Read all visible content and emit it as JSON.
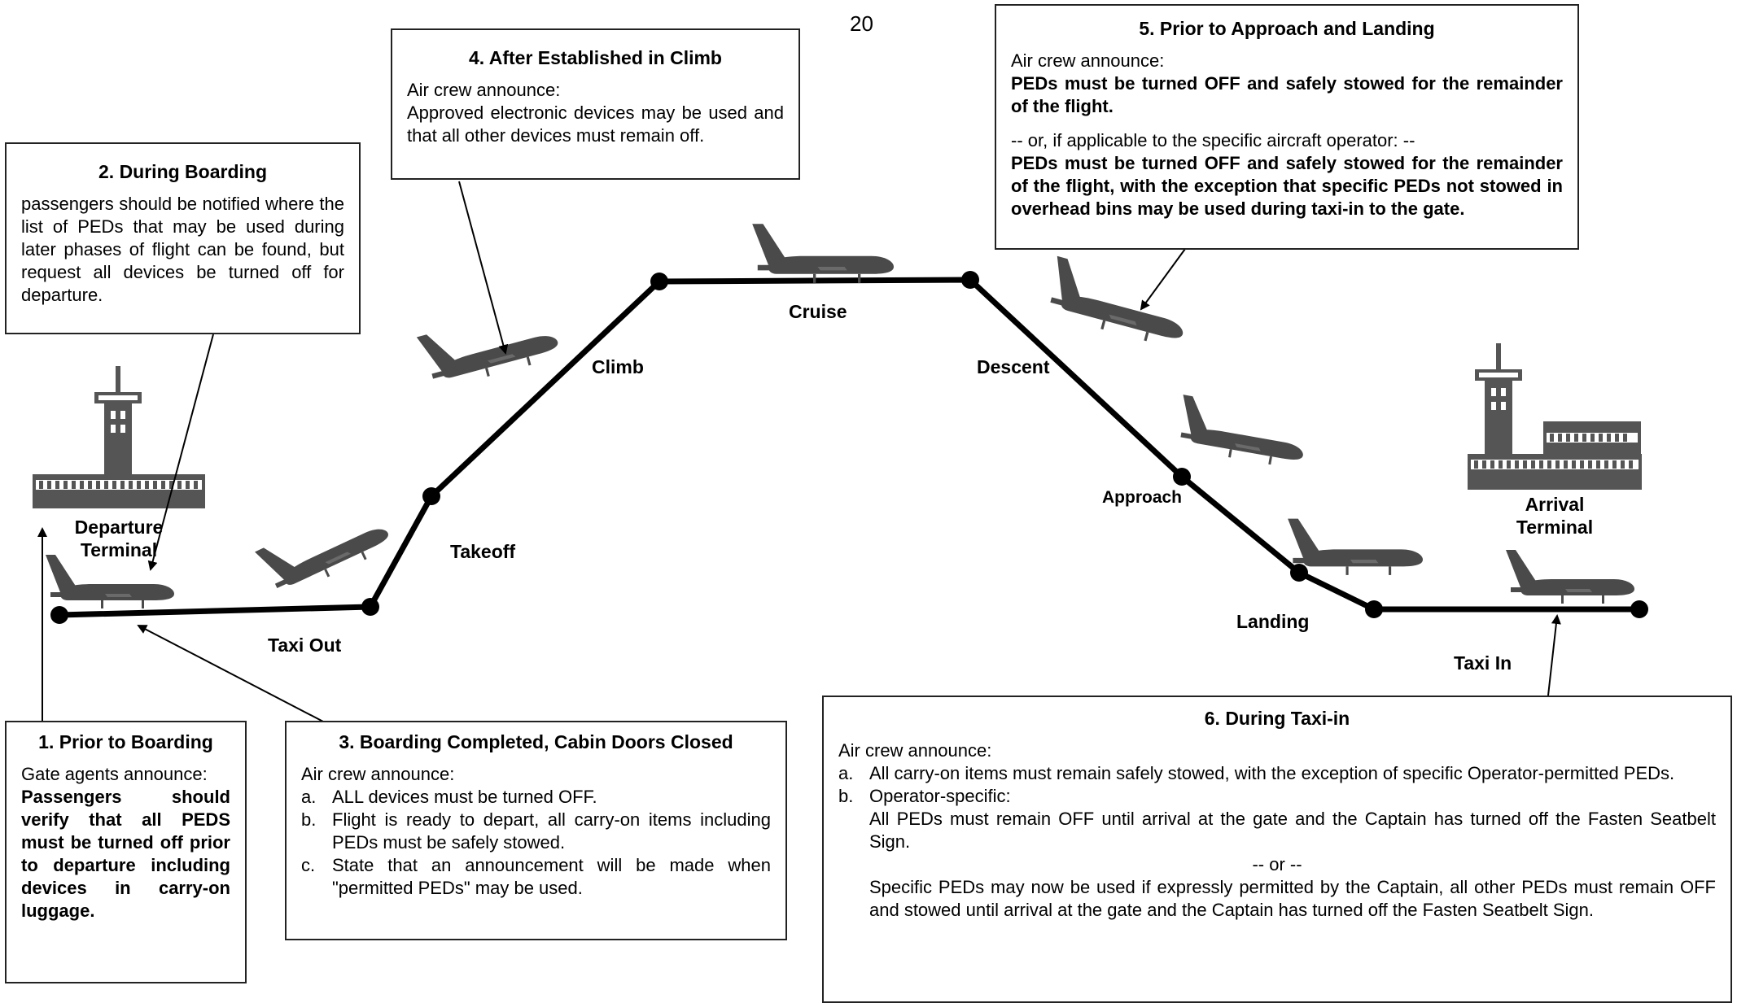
{
  "page_number": "20",
  "phases": {
    "taxi_out": "Taxi Out",
    "takeoff": "Takeoff",
    "climb": "Climb",
    "cruise": "Cruise",
    "descent": "Descent",
    "approach": "Approach",
    "landing": "Landing",
    "taxi_in": "Taxi In"
  },
  "terminals": {
    "departure_line1": "Departure",
    "departure_line2": "Terminal",
    "arrival_line1": "Arrival",
    "arrival_line2": "Terminal"
  },
  "boxes": {
    "prior_boarding": {
      "title": "1. Prior to Boarding",
      "intro": "Gate agents announce:",
      "bold": "Passengers should verify that all PEDS must be turned off prior to departure including devices in carry-on luggage."
    },
    "during_boarding": {
      "title": "2. During Boarding",
      "text": "passengers should be notified where the list of PEDs that may be used during later phases of flight can be found, but request all devices be turned off for departure."
    },
    "doors_closed": {
      "title": "3. Boarding Completed, Cabin Doors Closed",
      "intro": "Air crew announce:",
      "items": [
        {
          "label": "a.",
          "text": "ALL devices must be turned OFF."
        },
        {
          "label": "b.",
          "text": "Flight is ready to depart, all carry-on items including PEDs must be safely stowed."
        },
        {
          "label": "c.",
          "text": "State that an announcement will be made when \"permitted PEDs\" may be used."
        }
      ]
    },
    "climb": {
      "title": "4. After Established in Climb",
      "intro": "Air crew announce:",
      "text": "Approved electronic devices may be used and that all other devices must remain off."
    },
    "approach_landing": {
      "title": "5. Prior to Approach and Landing",
      "intro": "Air crew announce:",
      "bold1": "PEDs must be turned OFF and safely stowed for the remainder of the flight.",
      "alt": "-- or, if applicable to the specific aircraft operator: --",
      "bold2": "PEDs must be turned OFF and safely stowed for the remainder of the flight, with the exception that specific PEDs not stowed in overhead bins may be used during taxi-in to the gate."
    },
    "taxi_in": {
      "title": "6. During Taxi-in",
      "intro": "Air crew announce:",
      "item_a_label": "a.",
      "item_a": "All carry-on items must remain safely stowed, with the exception of specific Operator-permitted PEDs.",
      "item_b_label": "b.",
      "item_b": "Operator-specific:",
      "item_b_text1": "All PEDs must remain OFF until arrival at the gate and the Captain has turned off the Fasten Seatbelt Sign.",
      "or": "-- or --",
      "item_b_text2": "Specific PEDs may now be used if expressly permitted by the Captain, all other PEDs must remain OFF and stowed until arrival at the gate and the Captain has turned off the Fasten Seatbelt Sign."
    }
  },
  "colors": {
    "line": "#000000",
    "aircraft": "#4a4a4a",
    "building": "#555555",
    "box_border": "#222222"
  }
}
